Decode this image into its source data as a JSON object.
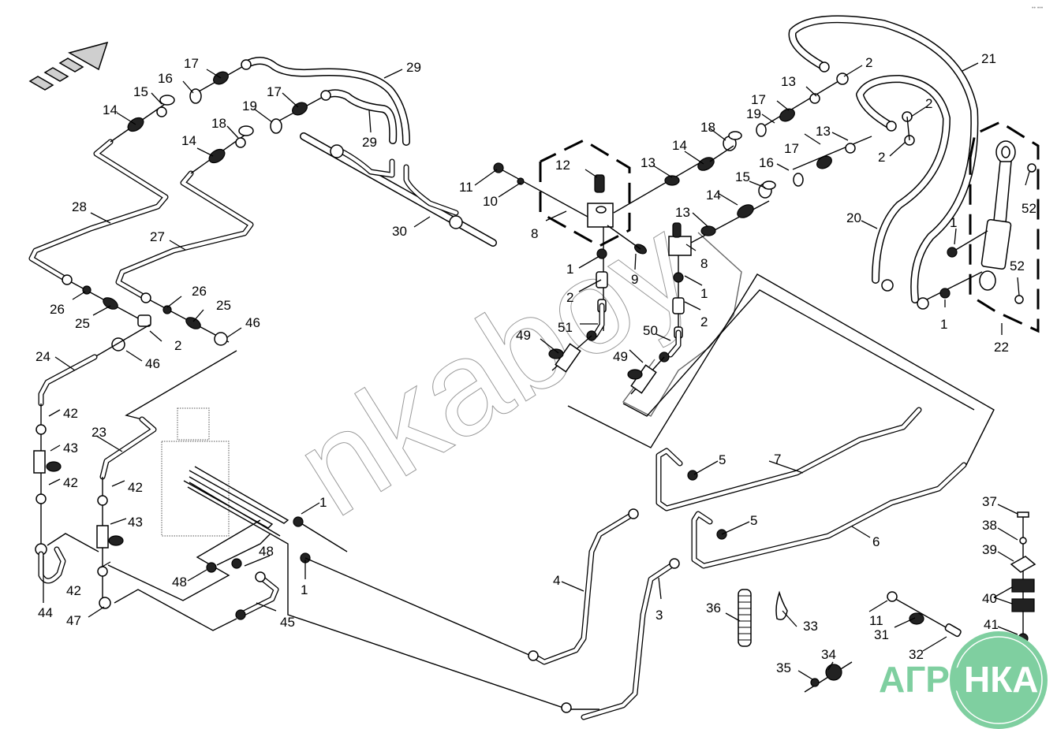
{
  "diagram": {
    "type": "exploded parts diagram",
    "subject": "hydraulic lines and fittings",
    "corner_mark": "•• •••",
    "watermark_text": "nkaboy",
    "direction_arrow": "forward-direction-arrow",
    "callouts": [
      {
        "id": "c17a",
        "text": "17"
      },
      {
        "id": "c16a",
        "text": "16"
      },
      {
        "id": "c15a",
        "text": "15"
      },
      {
        "id": "c14a",
        "text": "14"
      },
      {
        "id": "c18a",
        "text": "18"
      },
      {
        "id": "c14b",
        "text": "14"
      },
      {
        "id": "c17b",
        "text": "17"
      },
      {
        "id": "c19a",
        "text": "19"
      },
      {
        "id": "c29a",
        "text": "29"
      },
      {
        "id": "c29b",
        "text": "29"
      },
      {
        "id": "c30",
        "text": "30"
      },
      {
        "id": "c28",
        "text": "28"
      },
      {
        "id": "c27",
        "text": "27"
      },
      {
        "id": "c26a",
        "text": "26"
      },
      {
        "id": "c25a",
        "text": "25"
      },
      {
        "id": "c26b",
        "text": "26"
      },
      {
        "id": "c25b",
        "text": "25"
      },
      {
        "id": "c46a",
        "text": "46"
      },
      {
        "id": "c2a",
        "text": "2"
      },
      {
        "id": "c46b",
        "text": "46"
      },
      {
        "id": "c24",
        "text": "24"
      },
      {
        "id": "c42a",
        "text": "42"
      },
      {
        "id": "c43a",
        "text": "43"
      },
      {
        "id": "c42b",
        "text": "42"
      },
      {
        "id": "c23",
        "text": "23"
      },
      {
        "id": "c42c",
        "text": "42"
      },
      {
        "id": "c43b",
        "text": "43"
      },
      {
        "id": "c42d",
        "text": "42"
      },
      {
        "id": "c44",
        "text": "44"
      },
      {
        "id": "c47",
        "text": "47"
      },
      {
        "id": "c48a",
        "text": "48"
      },
      {
        "id": "c48b",
        "text": "48"
      },
      {
        "id": "c45",
        "text": "45"
      },
      {
        "id": "c1a",
        "text": "1"
      },
      {
        "id": "c1b",
        "text": "1"
      },
      {
        "id": "c11a",
        "text": "11"
      },
      {
        "id": "c10",
        "text": "10"
      },
      {
        "id": "c12",
        "text": "12"
      },
      {
        "id": "c8a",
        "text": "8"
      },
      {
        "id": "c13a",
        "text": "13"
      },
      {
        "id": "c14c",
        "text": "14"
      },
      {
        "id": "c18b",
        "text": "18"
      },
      {
        "id": "c9",
        "text": "9"
      },
      {
        "id": "c1c",
        "text": "1"
      },
      {
        "id": "c2b",
        "text": "2"
      },
      {
        "id": "c51",
        "text": "51"
      },
      {
        "id": "c49a",
        "text": "49"
      },
      {
        "id": "c13b",
        "text": "13"
      },
      {
        "id": "c8b",
        "text": "8"
      },
      {
        "id": "c1d",
        "text": "1"
      },
      {
        "id": "c2c",
        "text": "2"
      },
      {
        "id": "c50",
        "text": "50"
      },
      {
        "id": "c49b",
        "text": "49"
      },
      {
        "id": "c15b",
        "text": "15"
      },
      {
        "id": "c14d",
        "text": "14"
      },
      {
        "id": "c19b",
        "text": "19"
      },
      {
        "id": "c17c",
        "text": "17"
      },
      {
        "id": "c13c",
        "text": "13"
      },
      {
        "id": "c2d",
        "text": "2"
      },
      {
        "id": "c17d",
        "text": "17"
      },
      {
        "id": "c16b",
        "text": "16"
      },
      {
        "id": "c13d",
        "text": "13"
      },
      {
        "id": "c2e",
        "text": "2"
      },
      {
        "id": "c2f",
        "text": "2"
      },
      {
        "id": "c21",
        "text": "21"
      },
      {
        "id": "c20",
        "text": "20"
      },
      {
        "id": "c52a",
        "text": "52"
      },
      {
        "id": "c1e",
        "text": "1"
      },
      {
        "id": "c52b",
        "text": "52"
      },
      {
        "id": "c1f",
        "text": "1"
      },
      {
        "id": "c22",
        "text": "22"
      },
      {
        "id": "c5a",
        "text": "5"
      },
      {
        "id": "c7",
        "text": "7"
      },
      {
        "id": "c5b",
        "text": "5"
      },
      {
        "id": "c6",
        "text": "6"
      },
      {
        "id": "c4",
        "text": "4"
      },
      {
        "id": "c3",
        "text": "3"
      },
      {
        "id": "c36",
        "text": "36"
      },
      {
        "id": "c33",
        "text": "33"
      },
      {
        "id": "c11b",
        "text": "11"
      },
      {
        "id": "c31",
        "text": "31"
      },
      {
        "id": "c32",
        "text": "32"
      },
      {
        "id": "c34",
        "text": "34"
      },
      {
        "id": "c35",
        "text": "35"
      },
      {
        "id": "c37",
        "text": "37"
      },
      {
        "id": "c38",
        "text": "38"
      },
      {
        "id": "c39",
        "text": "39"
      },
      {
        "id": "c40",
        "text": "40"
      },
      {
        "id": "c41",
        "text": "41"
      }
    ]
  },
  "logo": {
    "left_text": "АГРО",
    "right_text": "НКА",
    "color": "#7fcfa0"
  }
}
